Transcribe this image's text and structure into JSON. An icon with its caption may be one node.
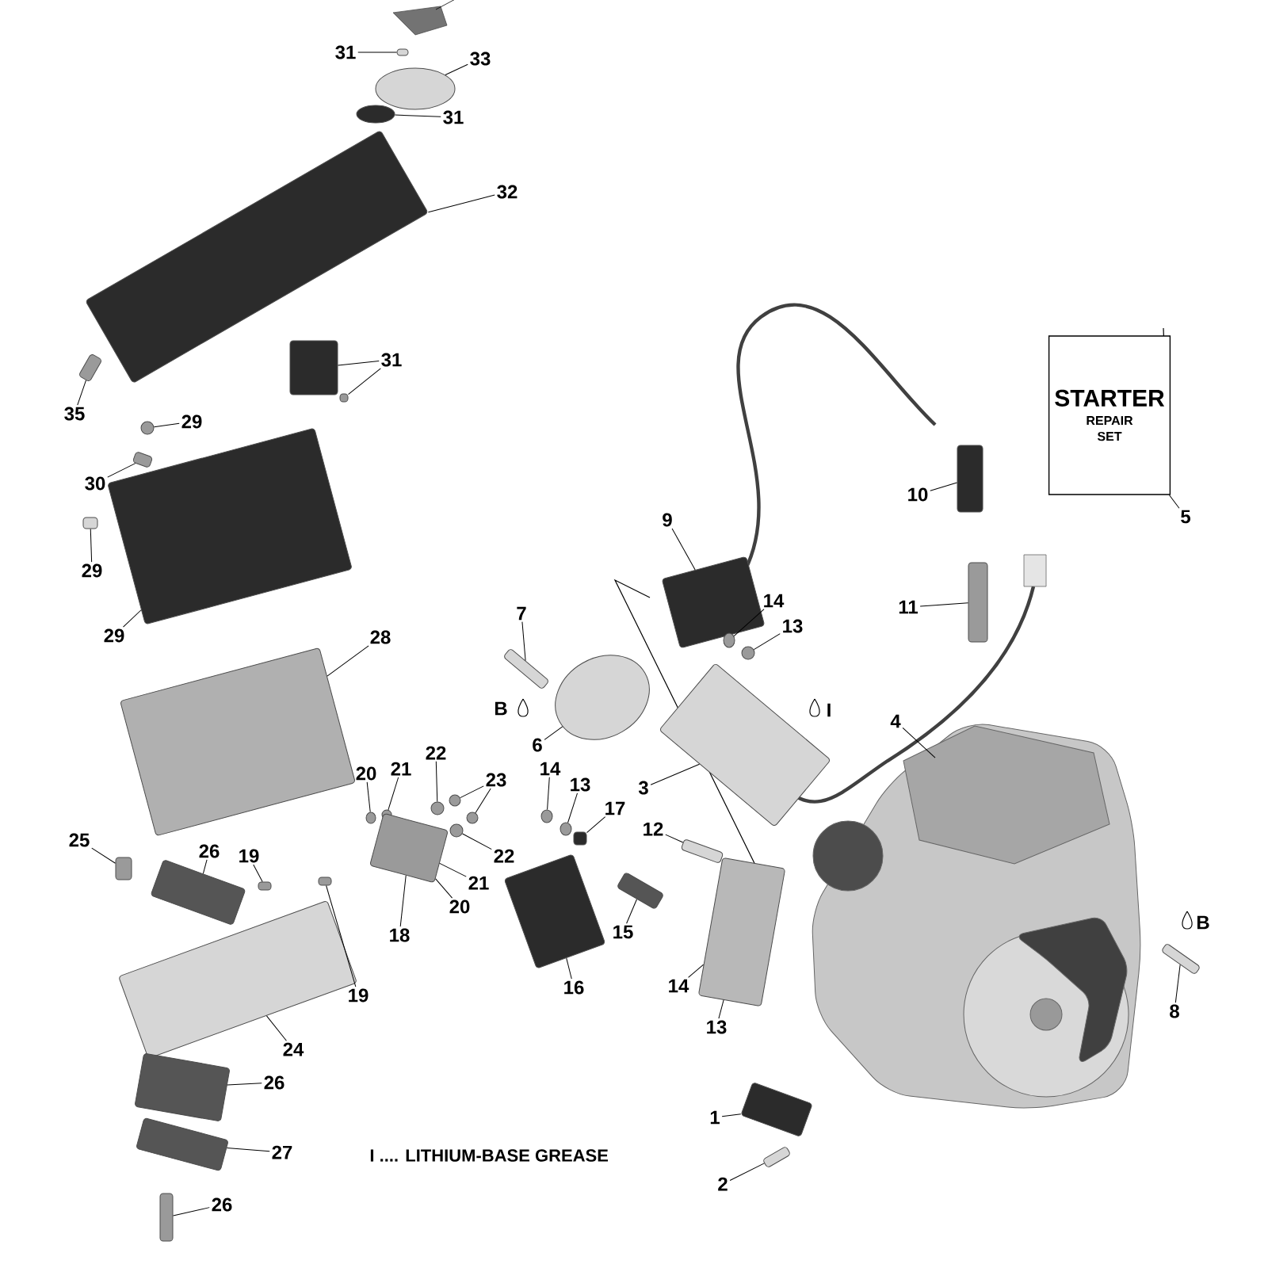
{
  "diagram": {
    "nodes": [
      {
        "text": [
          "31"
        ]
      },
      {
        "text": [],
        "shape": "box"
      },
      {
        "text": [
          "33"
        ]
      },
      {
        "text": [],
        "shape": "circle"
      },
      {
        "text": [
          "31"
        ]
      },
      {
        "text": [],
        "shape": "circle"
      },
      {
        "text": [
          "32"
        ]
      },
      {
        "text": [],
        "shape": "box"
      },
      {
        "text": [
          "31"
        ]
      },
      {
        "text": [],
        "shape": "box"
      },
      {
        "text": [],
        "shape": "box"
      },
      {
        "text": [
          "35"
        ]
      },
      {
        "text": [],
        "shape": "box"
      },
      {
        "text": [
          "29"
        ]
      },
      {
        "text": [],
        "shape": "circle"
      },
      {
        "text": [
          "30"
        ]
      },
      {
        "text": [],
        "shape": "box"
      },
      {
        "text": [
          "29"
        ]
      },
      {
        "text": [],
        "shape": "box"
      },
      {
        "text": [
          "29"
        ]
      },
      {
        "text": [],
        "shape": "box"
      },
      {
        "text": [
          "28"
        ]
      },
      {
        "text": [],
        "shape": "box"
      },
      {
        "text": [
          "7"
        ]
      },
      {
        "text": [],
        "shape": "box"
      },
      {
        "text": [
          "9"
        ]
      },
      {
        "text": [],
        "shape": "box"
      },
      {
        "text": [
          "10"
        ]
      },
      {
        "text": [],
        "shape": "box"
      },
      {
        "text": [
          "5"
        ]
      },
      {
        "text": [
          "STARTER",
          "REPAIR SET"
        ]
      },
      {
        "text": [
          "14"
        ]
      },
      {
        "text": [],
        "shape": "circle"
      },
      {
        "text": [
          "13"
        ]
      },
      {
        "text": [],
        "shape": "circle"
      },
      {
        "text": [
          "11"
        ]
      },
      {
        "text": [],
        "shape": "box"
      },
      {
        "text": [
          "6"
        ]
      },
      {
        "text": [],
        "shape": "circle"
      },
      {
        "text": [
          "3"
        ]
      },
      {
        "text": [],
        "shape": "box"
      },
      {
        "text": [
          "4"
        ]
      },
      {
        "text": [
          "14"
        ]
      },
      {
        "text": [],
        "shape": "circle"
      },
      {
        "text": [
          "13"
        ]
      },
      {
        "text": [],
        "shape": "circle"
      },
      {
        "text": [
          "17"
        ]
      },
      {
        "text": [],
        "shape": "box"
      },
      {
        "text": [
          "12"
        ]
      },
      {
        "text": [],
        "shape": "box"
      },
      {
        "text": [
          "20"
        ]
      },
      {
        "text": [],
        "shape": "circle"
      },
      {
        "text": [
          "21"
        ]
      },
      {
        "text": [],
        "shape": "circle"
      },
      {
        "text": [
          "22"
        ]
      },
      {
        "text": [],
        "shape": "circle"
      },
      {
        "text": [
          "23"
        ]
      },
      {
        "text": [],
        "shape": "circle"
      },
      {
        "text": [],
        "shape": "circle"
      },
      {
        "text": [
          "22"
        ]
      },
      {
        "text": [],
        "shape": "circle"
      },
      {
        "text": [
          "21"
        ]
      },
      {
        "text": [
          "20"
        ]
      },
      {
        "text": [],
        "shape": "box"
      },
      {
        "text": [
          "18"
        ]
      },
      {
        "text": [
          "25"
        ]
      },
      {
        "text": [],
        "shape": "box"
      },
      {
        "text": [
          "26"
        ]
      },
      {
        "text": [],
        "shape": "box"
      },
      {
        "text": [
          "19"
        ]
      },
      {
        "text": [],
        "shape": "box"
      },
      {
        "text": [
          "19"
        ]
      },
      {
        "text": [],
        "shape": "box"
      },
      {
        "text": [
          "24"
        ]
      },
      {
        "text": [],
        "shape": "box"
      },
      {
        "text": [
          "26"
        ]
      },
      {
        "text": [],
        "shape": "box"
      },
      {
        "text": [
          "27"
        ]
      },
      {
        "text": [],
        "shape": "box"
      },
      {
        "text": [
          "26"
        ]
      },
      {
        "text": [],
        "shape": "box"
      },
      {
        "text": [
          "15"
        ]
      },
      {
        "text": [],
        "shape": "box"
      },
      {
        "text": [
          "16"
        ]
      },
      {
        "text": [],
        "shape": "box"
      },
      {
        "text": [
          "14"
        ]
      },
      {
        "text": [
          "13"
        ]
      },
      {
        "text": [],
        "shape": "box"
      },
      {
        "text": [
          "8"
        ]
      },
      {
        "text": [],
        "shape": "box"
      },
      {
        "text": [
          "1"
        ]
      },
      {
        "text": [],
        "shape": "box"
      },
      {
        "text": [
          "2"
        ]
      },
      {
        "text": [],
        "shape": "box"
      }
    ],
    "edges": [
      {
        "from": 0,
        "to": 1,
        "arrow": "none"
      },
      {
        "from": 2,
        "to": 3,
        "arrow": "none"
      },
      {
        "from": 4,
        "to": 5,
        "arrow": "none"
      },
      {
        "from": 6,
        "to": 7,
        "arrow": "none"
      },
      {
        "from": 8,
        "to": 9,
        "arrow": "none"
      },
      {
        "from": 8,
        "to": 10,
        "arrow": "none"
      },
      {
        "from": 11,
        "to": 12,
        "arrow": "none"
      },
      {
        "from": 13,
        "to": 14,
        "arrow": "none"
      },
      {
        "from": 15,
        "to": 16,
        "arrow": "none"
      },
      {
        "from": 17,
        "to": 18,
        "arrow": "none"
      },
      {
        "from": 19,
        "to": 20,
        "arrow": "none"
      },
      {
        "from": 21,
        "to": 22,
        "arrow": "none"
      },
      {
        "from": 23,
        "to": 24,
        "arrow": "none"
      },
      {
        "from": 25,
        "to": 26,
        "arrow": "none"
      },
      {
        "from": 27,
        "to": 28,
        "arrow": "none"
      },
      {
        "from": 29,
        "to": 30,
        "arrow": "none"
      },
      {
        "from": 31,
        "to": 32,
        "arrow": "none"
      },
      {
        "from": 33,
        "to": 34,
        "arrow": "none"
      },
      {
        "from": 35,
        "to": 36,
        "arrow": "none"
      },
      {
        "from": 37,
        "to": 38,
        "arrow": "none"
      },
      {
        "from": 39,
        "to": 40,
        "arrow": "none"
      },
      {
        "from": 41,
        "to": null,
        "arrow": "none"
      },
      {
        "from": 42,
        "to": 43,
        "arrow": "none"
      },
      {
        "from": 44,
        "to": 45,
        "arrow": "none"
      },
      {
        "from": 46,
        "to": 47,
        "arrow": "none"
      },
      {
        "from": 48,
        "to": 49,
        "arrow": "none"
      },
      {
        "from": 50,
        "to": 51,
        "arrow": "none"
      },
      {
        "from": 52,
        "to": 53,
        "arrow": "none"
      },
      {
        "from": 54,
        "to": 55,
        "arrow": "none"
      },
      {
        "from": 56,
        "to": 57,
        "arrow": "none"
      },
      {
        "from": 56,
        "to": 58,
        "arrow": "none"
      },
      {
        "from": 59,
        "to": 60,
        "arrow": "none"
      },
      {
        "from": 61,
        "to": 63,
        "arrow": "none"
      },
      {
        "from": 62,
        "to": 63,
        "arrow": "none"
      },
      {
        "from": 64,
        "to": 63,
        "arrow": "none"
      },
      {
        "from": 65,
        "to": 66,
        "arrow": "none"
      },
      {
        "from": 67,
        "to": 68,
        "arrow": "none"
      },
      {
        "from": 69,
        "to": 70,
        "arrow": "none"
      },
      {
        "from": 71,
        "to": 72,
        "arrow": "none"
      },
      {
        "from": 73,
        "to": 74,
        "arrow": "none"
      },
      {
        "from": 75,
        "to": 76,
        "arrow": "none"
      },
      {
        "from": 77,
        "to": 78,
        "arrow": "none"
      },
      {
        "from": 79,
        "to": 80,
        "arrow": "none"
      },
      {
        "from": 81,
        "to": 82,
        "arrow": "none"
      },
      {
        "from": 83,
        "to": 84,
        "arrow": "none"
      },
      {
        "from": 85,
        "to": 87,
        "arrow": "none"
      },
      {
        "from": 86,
        "to": 87,
        "arrow": "none"
      },
      {
        "from": 88,
        "to": 89,
        "arrow": "none"
      },
      {
        "from": 90,
        "to": 91,
        "arrow": "none"
      },
      {
        "from": 92,
        "to": 93,
        "arrow": "none"
      }
    ],
    "labels": [
      "B",
      "I",
      "B",
      "I .... LITHIUM-BASE GREASE"
    ]
  }
}
